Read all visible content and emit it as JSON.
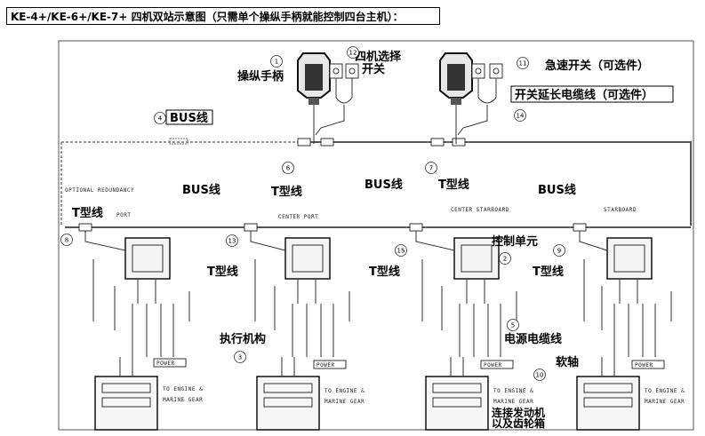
{
  "title": "KE-4+/KE-6+/KE-7+ 四机双站示意图（只需单个操纵手柄就能控制四台主机）：",
  "labels": {
    "joystick": "操纵手柄",
    "engine_select": "四机选择\n开关",
    "estop": "急速开关（可选件）",
    "switch_ext": "开关延长电缆线（可选件）",
    "bus1": "BUS线",
    "bus2": "BUS线",
    "bus3": "BUS线",
    "bus4": "BUS线",
    "t1": "T型线",
    "t2": "T型线",
    "t3": "T型线",
    "t4": "T型线",
    "t5": "T型线",
    "t6": "T型线",
    "control_unit": "控制单元",
    "actuator": "执行机构",
    "power_cable": "电源电缆线",
    "soft_shaft": "软轴",
    "connect_engine": "连接发动机\n以及齿轮箱"
  },
  "tiny_text": {
    "optional_redundancy": "OPTIONAL REDUNDANCY",
    "port": "PORT",
    "center_port": "CENTER PORT",
    "center_starboard": "CENTER STARBOARD",
    "starboard": "STARBOARD",
    "power": "POWER",
    "to_engine": "TO ENGINE &",
    "marine_gear": "MARINE GEAR"
  },
  "callouts": [
    "1",
    "12",
    "11",
    "14",
    "4",
    "6",
    "7",
    "8",
    "13",
    "15",
    "9",
    "2",
    "5",
    "3",
    "10"
  ]
}
